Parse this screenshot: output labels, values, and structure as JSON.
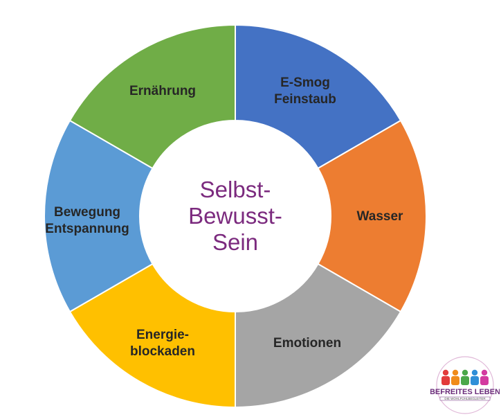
{
  "diagram": {
    "center": {
      "lines": [
        "Selbst-",
        "Bewusst-",
        "Sein"
      ],
      "color": "#7b2a7e"
    },
    "segments": [
      {
        "lines": [
          "E-Smog",
          "Feinstaub"
        ],
        "color": "#4472c4"
      },
      {
        "lines": [
          "Wasser"
        ],
        "color": "#ed7d31"
      },
      {
        "lines": [
          "Emotionen"
        ],
        "color": "#a5a5a5"
      },
      {
        "lines": [
          "Energie-",
          "blockaden"
        ],
        "color": "#ffc000"
      },
      {
        "lines": [
          "Bewegung",
          "Entspannung"
        ],
        "color": "#5b9bd5"
      },
      {
        "lines": [
          "Ernährung"
        ],
        "color": "#70ad47"
      }
    ]
  },
  "logo": {
    "name": "BEFREITES LEBEN",
    "tagline": "DIE WOHLFÜHLBEGLEITER",
    "figure_colors": [
      "#e23b3b",
      "#f08c1a",
      "#4aa84a",
      "#2f8fd8",
      "#d33aa0"
    ]
  }
}
